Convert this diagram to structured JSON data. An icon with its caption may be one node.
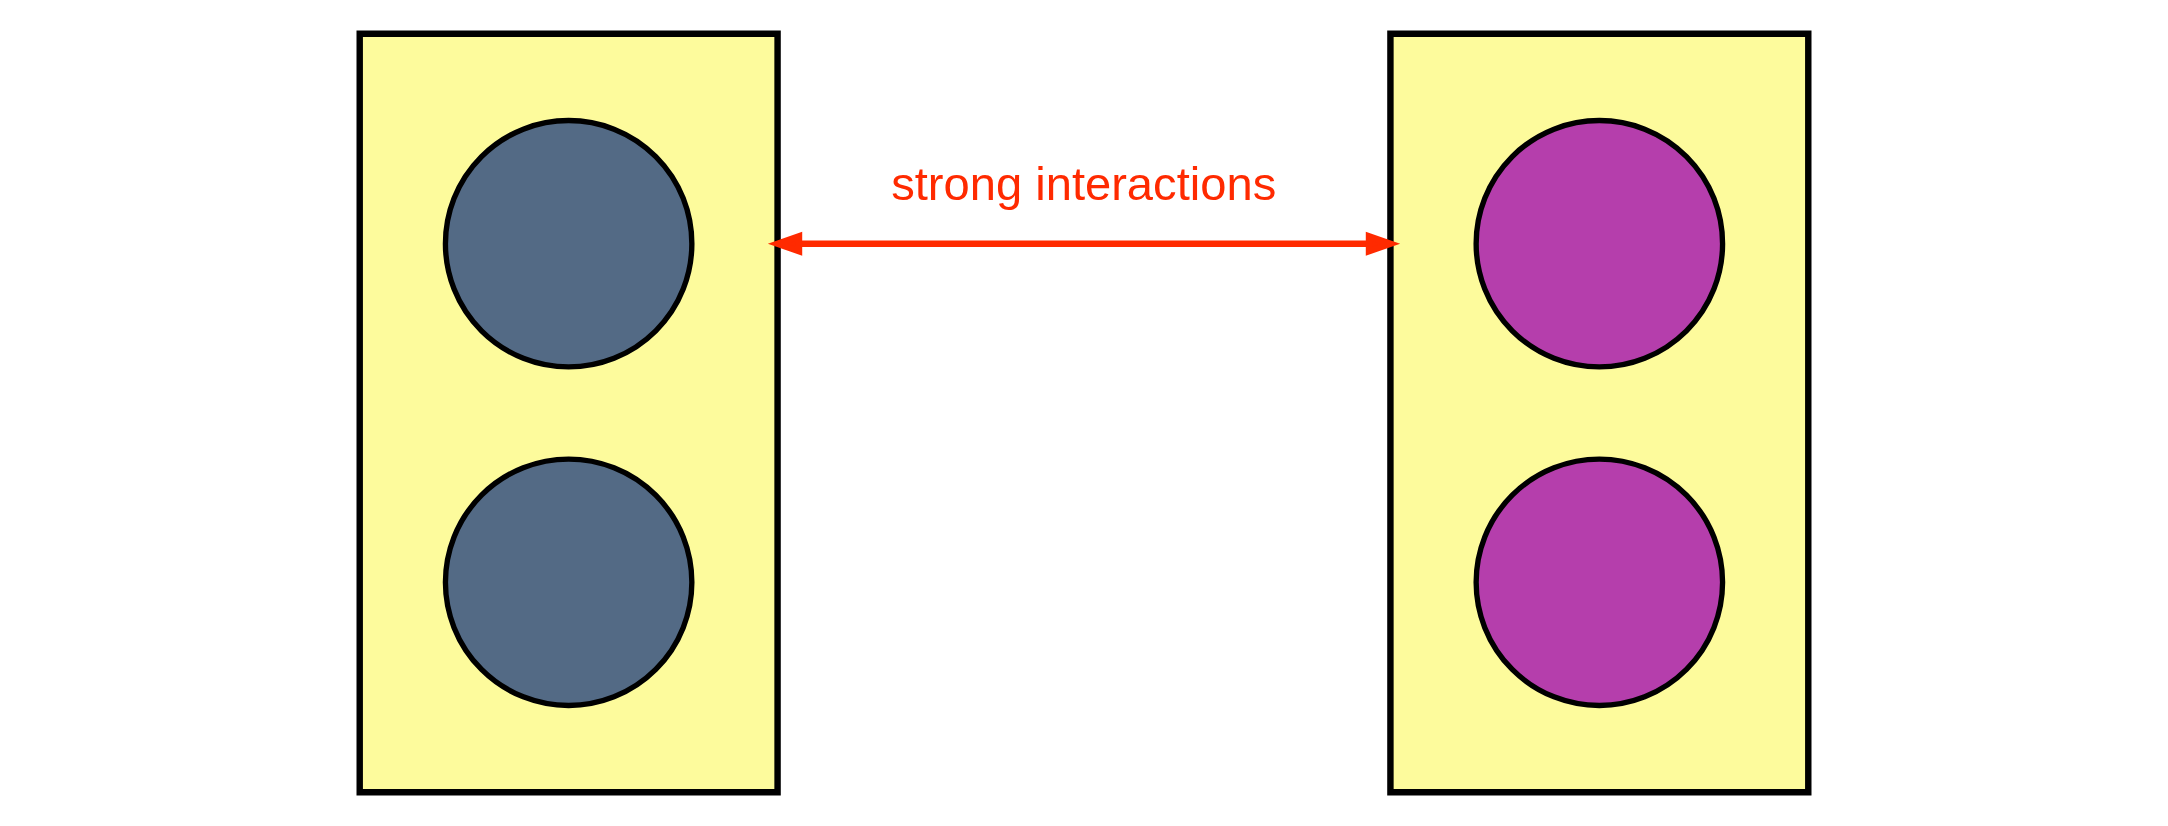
{
  "diagram": {
    "nodes": [
      {
        "text": [],
        "shape": "box"
      },
      {
        "text": [],
        "shape": "circle",
        "in": 0
      },
      {
        "text": [],
        "shape": "circle",
        "in": 0
      },
      {
        "text": [],
        "shape": "box"
      },
      {
        "text": [],
        "shape": "circle",
        "in": 3
      },
      {
        "text": [],
        "shape": "circle",
        "in": 3
      }
    ],
    "edges": [
      {
        "from": 0,
        "to": 3,
        "arrow": "both",
        "label": "strong interactions",
        "color": "#ff2a00"
      }
    ]
  }
}
